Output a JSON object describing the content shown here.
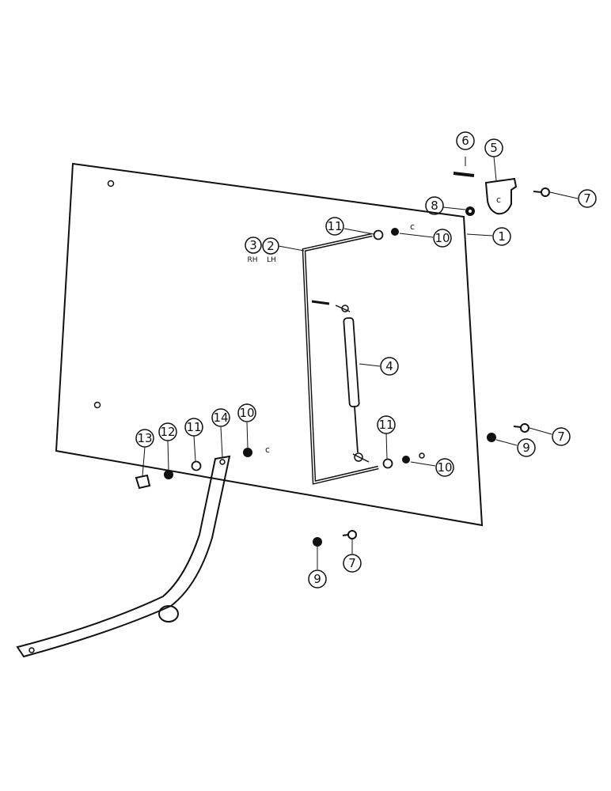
{
  "diagram": {
    "callouts": {
      "c1": "1",
      "c2": "2",
      "c3": "3",
      "c4": "4",
      "c5": "5",
      "c6": "6",
      "c7a": "7",
      "c7b": "7",
      "c7c": "7",
      "c8": "8",
      "c9a": "9",
      "c9b": "9",
      "c10a": "10",
      "c10b": "10",
      "c10c": "10",
      "c11a": "11",
      "c11b": "11",
      "c11c": "11",
      "c12": "12",
      "c13": "13",
      "c14": "14"
    },
    "side_labels": {
      "rh": "RH",
      "lh": "LH"
    }
  }
}
